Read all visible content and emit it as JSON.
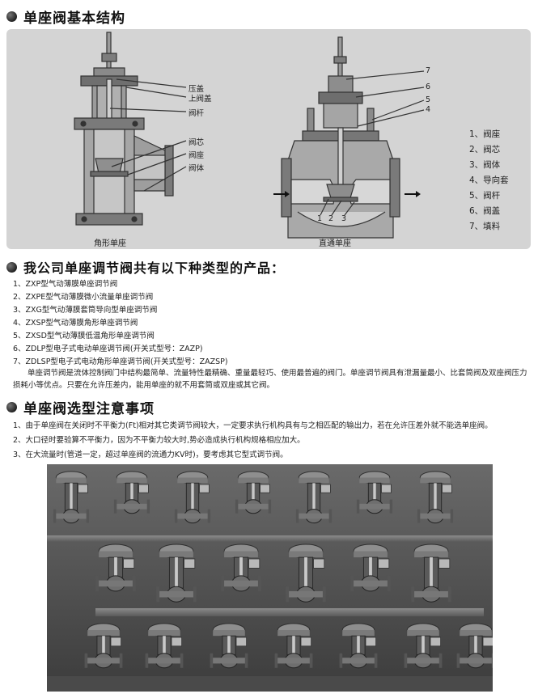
{
  "section1": {
    "title": "单座阀基本结构"
  },
  "diagram": {
    "left_caption": "角形单座",
    "right_caption": "直通单座",
    "left_labels": [
      "压盖",
      "上阀盖",
      "阀杆",
      "阀芯",
      "阀座",
      "阀体"
    ],
    "right_numbers": [
      "7",
      "6",
      "5",
      "4"
    ],
    "bottom_numbers": [
      "1",
      "2",
      "3"
    ],
    "legend": [
      "1、阀座",
      "2、阀芯",
      "3、阀体",
      "4、导向套",
      "5、阀杆",
      "6、阀盖",
      "7、填料"
    ]
  },
  "section2": {
    "title": "我公司单座调节阀共有以下种类型的产品：",
    "items": [
      "1、ZXP型气动薄膜单座调节阀",
      "2、ZXPE型气动薄膜微小流量单座调节阀",
      "3、ZXG型气动薄膜套筒导向型单座调节阀",
      "4、ZXSP型气动薄膜角形单座调节阀",
      "5、ZXSD型气动薄膜低温角形单座调节阀",
      "6、ZDLP型电子式电动单座调节阀(开关式型号：ZAZP)",
      "7、ZDLSP型电子式电动角形单座调节阀(开关式型号：ZAZSP)"
    ],
    "paragraph": "单座调节阀是流体控制阀门中结构最简单、流量特性最精确、重量最轻巧、使用最普遍的阀门。单座调节阀具有泄漏量最小、比套筒阀及双座阀压力损耗小等优点。只要在允许压差内，能用单座的就不用套筒或双座或其它阀。"
  },
  "section3": {
    "title": "单座阀选型注意事项",
    "items": [
      "1、由于单座阀在关闭时不平衡力(Ft)相对其它类调节阀较大，一定要求执行机构具有与之相匹配的输出力，若在允许压差外就不能选单座阀。",
      "2、大口径时要验算不平衡力，因为不平衡力较大时,势必造成执行机构规格相应加大。",
      "3、在大流量时(管道一定，超过单座阀的流通力KV时)，要考虑其它型式调节阀。"
    ]
  }
}
